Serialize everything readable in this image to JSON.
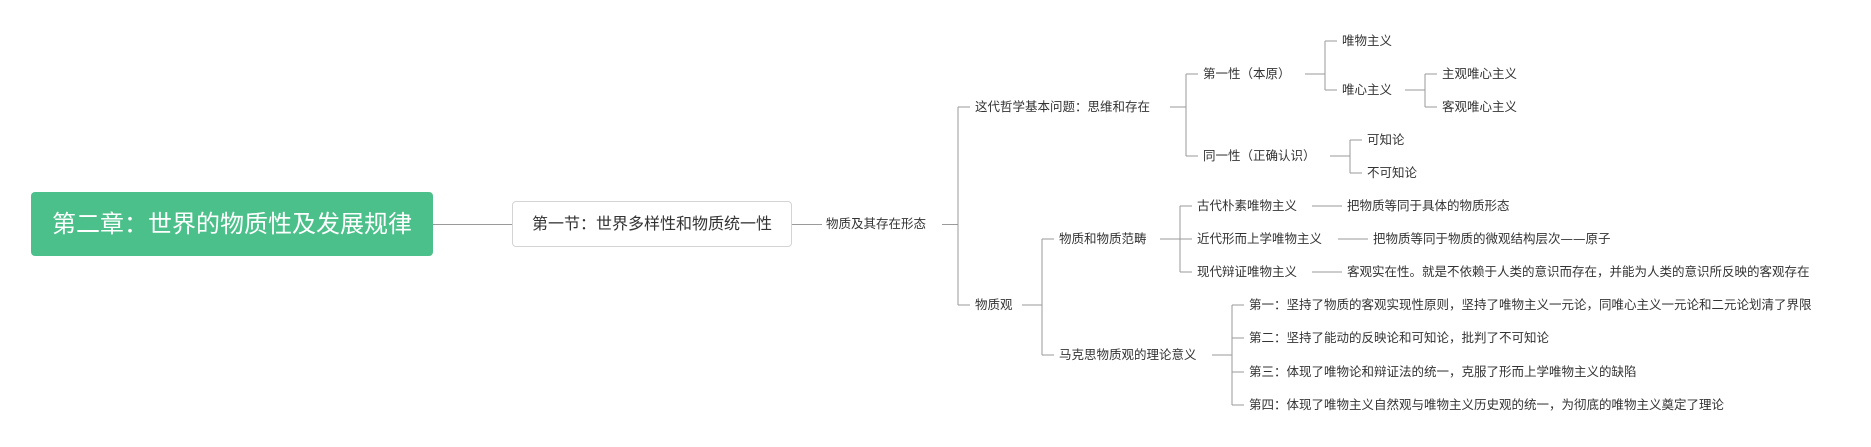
{
  "mindmap": {
    "root": "第二章：世界的物质性及发展规律",
    "section": "第一节：世界多样性和物质统一性",
    "topic": "物质及其存在形态",
    "philosophy": {
      "label": "这代哲学基本问题：思维和存在",
      "first": {
        "label": "第一性（本原）",
        "materialism": "唯物主义",
        "idealism": {
          "label": "唯心主义",
          "subjective": "主观唯心主义",
          "objective": "客观唯心主义"
        }
      },
      "identity": {
        "label": "同一性（正确认识）",
        "knowable": "可知论",
        "unknowable": "不可知论"
      }
    },
    "matter_view": {
      "label": "物质观",
      "category": {
        "label": "物质和物质范畴",
        "ancient": {
          "label": "古代朴素唯物主义",
          "desc": "把物质等同于具体的物质形态"
        },
        "modern": {
          "label": "近代形而上学唯物主义",
          "desc": "把物质等同于物质的微观结构层次——原子"
        },
        "dialectical": {
          "label": "现代辩证唯物主义",
          "desc": "客观实在性。就是不依赖于人类的意识而存在，并能为人类的意识所反映的客观存在"
        }
      },
      "marx": {
        "label": "马克思物质观的理论意义",
        "points": [
          "第一：坚持了物质的客观实现性原则，坚持了唯物主义一元论，同唯心主义一元论和二元论划清了界限",
          "第二：坚持了能动的反映论和可知论，批判了不可知论",
          "第三：体现了唯物论和辩证法的统一，克服了形而上学唯物主义的缺陷",
          "第四：体现了唯物主义自然观与唯物主义历史观的统一，为彻底的唯物主义奠定了理论"
        ]
      }
    }
  },
  "colors": {
    "root_fill": "#4cc08a",
    "line": "#9a9a9a",
    "text": "#333333"
  }
}
